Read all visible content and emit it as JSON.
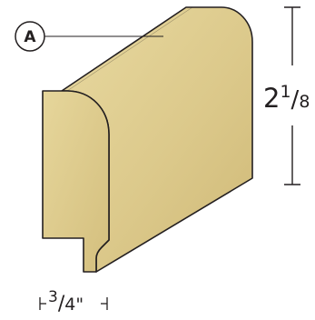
{
  "callout": {
    "letter": "A"
  },
  "dimensions": {
    "height": {
      "whole": "2",
      "numerator": "1",
      "slash": "/",
      "denominator": "8"
    },
    "thickness": {
      "numerator": "3",
      "slash": "/",
      "denominator": "4",
      "unit": "\""
    }
  },
  "colors": {
    "face_light": "#e3d295",
    "face_mid": "#d9c585",
    "face_dark": "#c9b26c",
    "outline": "#231f20"
  }
}
